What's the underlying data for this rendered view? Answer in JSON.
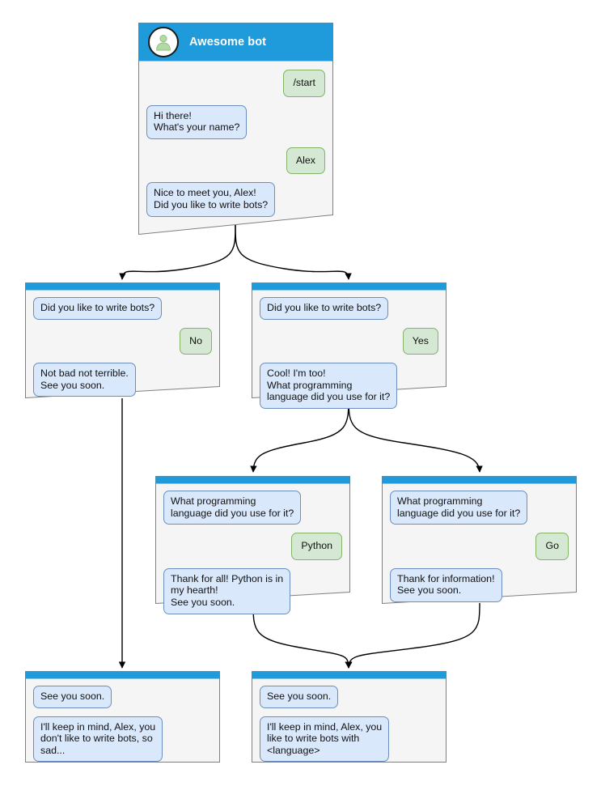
{
  "diagram": {
    "type": "bot-conversation-flowchart",
    "background": "#ffffff",
    "colors": {
      "header_blue": "#1f9ada",
      "card_body": "#f5f5f5",
      "card_border": "#808080",
      "bot_bubble_fill": "#dae8fc",
      "bot_bubble_border": "#6c8ebf",
      "user_bubble_fill": "#d5e8d4",
      "user_bubble_border": "#82b366",
      "edge_stroke": "#000000",
      "avatar_fill": "#ffffff",
      "avatar_person": "#b3d9a6"
    }
  },
  "cards": {
    "start": {
      "title": "Awesome bot",
      "avatar_icon": "person-avatar-icon",
      "messages": [
        {
          "side": "user",
          "text": "/start"
        },
        {
          "side": "bot",
          "text": "Hi there!\nWhat's your name?"
        },
        {
          "side": "user",
          "text": "Alex"
        },
        {
          "side": "bot",
          "text": "Nice to meet you, Alex!\nDid you like to write bots?"
        }
      ]
    },
    "no_branch": {
      "messages": [
        {
          "side": "bot",
          "text": "Did you like to write bots?"
        },
        {
          "side": "user",
          "text": "No"
        },
        {
          "side": "bot",
          "text": "Not bad not terrible.\nSee you soon."
        }
      ]
    },
    "yes_branch": {
      "messages": [
        {
          "side": "bot",
          "text": "Did you like to write bots?"
        },
        {
          "side": "user",
          "text": "Yes"
        },
        {
          "side": "bot",
          "text": "Cool! I'm too!\nWhat programming\nlanguage did you use for it?"
        }
      ]
    },
    "python_branch": {
      "messages": [
        {
          "side": "bot",
          "text": "What programming\nlanguage did you use for it?"
        },
        {
          "side": "user",
          "text": "Python"
        },
        {
          "side": "bot",
          "text": "Thank for all! Python is in\nmy hearth!\nSee you soon."
        }
      ]
    },
    "go_branch": {
      "messages": [
        {
          "side": "bot",
          "text": "What programming\nlanguage did you use for it?"
        },
        {
          "side": "user",
          "text": "Go"
        },
        {
          "side": "bot",
          "text": "Thank for information!\nSee you soon."
        }
      ]
    },
    "end_no": {
      "messages": [
        {
          "side": "bot",
          "text": "See you soon."
        },
        {
          "side": "bot",
          "text": "I'll keep in mind, Alex, you\ndon't like to write bots, so\nsad..."
        }
      ]
    },
    "end_yes": {
      "messages": [
        {
          "side": "bot",
          "text": "See you soon."
        },
        {
          "side": "bot",
          "text": "I'll keep in mind, Alex, you\nlike to write bots with\n<language>"
        }
      ]
    }
  }
}
